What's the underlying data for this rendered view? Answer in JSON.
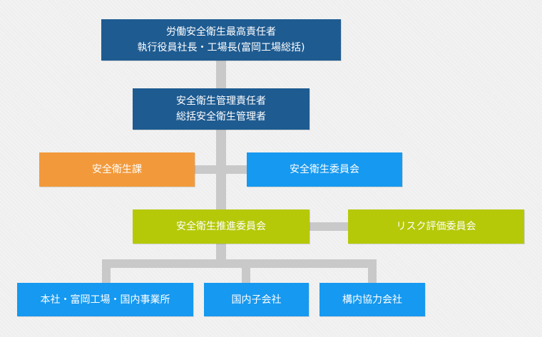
{
  "org_chart": {
    "top": {
      "line1": "労働安全衛生最高責任者",
      "line2": "執行役員社長・工場長(富岡工場総括)",
      "color": "#1e5b91"
    },
    "manager": {
      "line1": "安全衛生管理責任者",
      "line2": "総括安全衛生管理者",
      "color": "#1e5b91"
    },
    "section": {
      "label": "安全衛生課",
      "color": "#f29a3b"
    },
    "committee": {
      "label": "安全衛生委員会",
      "color": "#1699f0"
    },
    "promotion": {
      "label": "安全衛生推進委員会",
      "color": "#b5c909"
    },
    "risk": {
      "label": "リスク評価委員会",
      "color": "#b5c909"
    },
    "bottom": [
      {
        "label": "本社・富岡工場・国内事業所"
      },
      {
        "label": "国内子会社"
      },
      {
        "label": "構内協力会社"
      }
    ],
    "bottom_color": "#1699f0",
    "connector_color": "#c9c9c9"
  }
}
